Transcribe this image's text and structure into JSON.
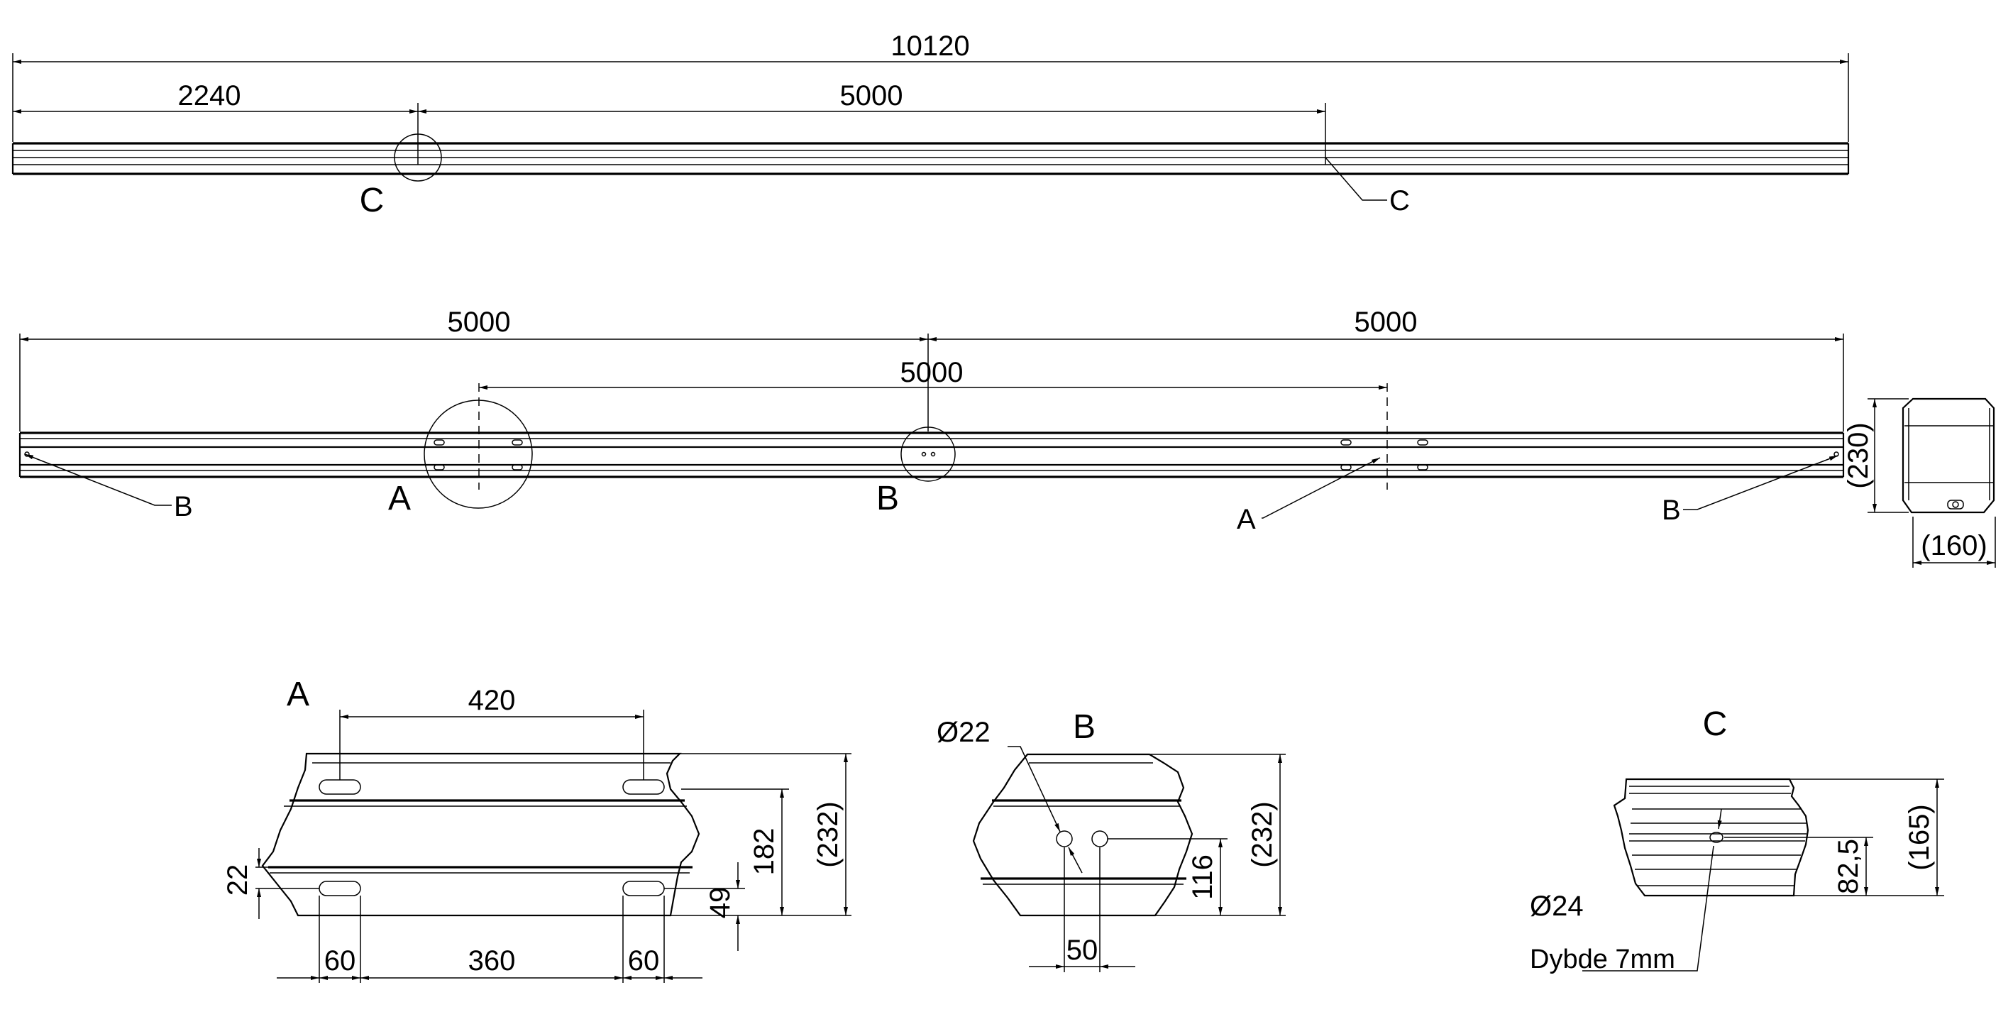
{
  "dimensions": {
    "top_overall": "10120",
    "top_left": "2240",
    "top_middle": "5000",
    "mid_left": "5000",
    "mid_right": "5000",
    "mid_center": "5000",
    "section_height": "(230)",
    "section_width": "(160)",
    "a_top": "420",
    "a_left_slot": "60",
    "a_middle": "360",
    "a_right_slot": "60",
    "a_left_22": "22",
    "a_49": "49",
    "a_182": "182",
    "a_232": "(232)",
    "b_hole": "Ø22",
    "b_50": "50",
    "b_116": "116",
    "b_232": "(232)",
    "c_82": "82,5",
    "c_165": "(165)",
    "c_hole": "Ø24",
    "c_depth": "Dybde 7mm"
  },
  "labels": {
    "c_top_detail": "C",
    "c_top_callout": "C",
    "b_left_callout": "B",
    "a_detail": "A",
    "b_detail": "B",
    "a_callout": "A",
    "b_right_callout": "B",
    "a_view_title": "A",
    "b_view_title": "B",
    "c_view_title": "C"
  }
}
